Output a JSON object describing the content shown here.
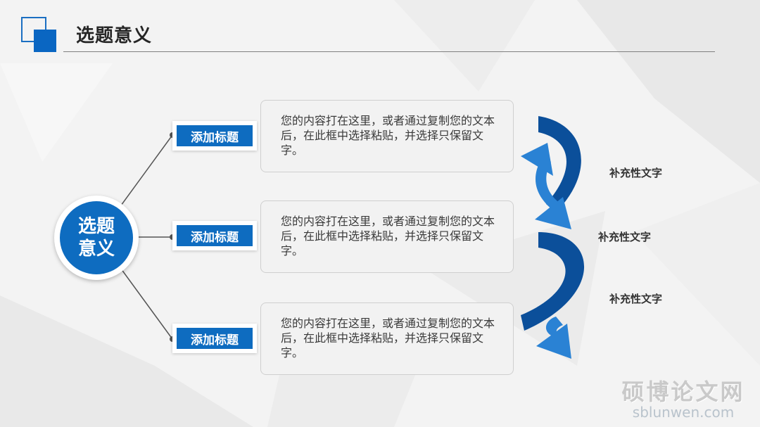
{
  "header": {
    "title": "选题意义"
  },
  "center": {
    "line1": "选题",
    "line2": "意义"
  },
  "items": [
    {
      "tag": "添加标题",
      "text": "您的内容打在这里，或者通过复制您的文本后，在此框中选择粘贴，并选择只保留文字。"
    },
    {
      "tag": "添加标题",
      "text": "您的内容打在这里，或者通过复制您的文本后，在此框中选择粘贴，并选择只保留文字。"
    },
    {
      "tag": "添加标题",
      "text": "您的内容打在这里，或者通过复制您的文本后，在此框中选择粘贴，并选择只保留文字。"
    }
  ],
  "side_labels": [
    "补充性文字",
    "补充性文字",
    "补充性文字"
  ],
  "watermark": {
    "cn": "硕博论文网",
    "en": "sblunwen.com"
  },
  "colors": {
    "accent": "#0e6cc0",
    "arrow_dark": "#0b4f9a",
    "arrow_light": "#2a82d4"
  }
}
